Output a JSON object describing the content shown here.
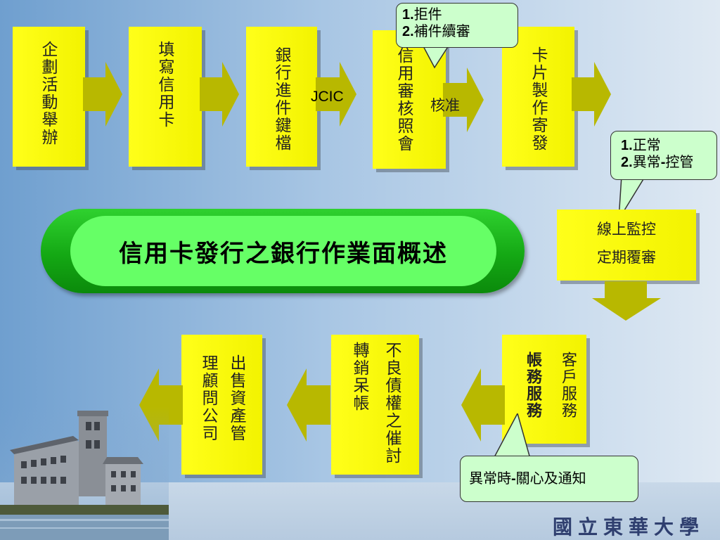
{
  "top_row": {
    "box1": "企劃活動舉辦",
    "box2": "填寫信用卡",
    "box3": "銀行進件鍵檔",
    "jcic": "JCIC",
    "box4": "信用審核照會",
    "approve": "核准",
    "box5": "卡片製作寄發"
  },
  "callouts": {
    "top": {
      "num1": "1.",
      "text1": "拒件",
      "num2": "2.",
      "text2": "補件續審"
    },
    "right": {
      "num1": "1.",
      "text1": "正常",
      "num2": "2.",
      "text2": "異常",
      "dash": "-",
      "text3": "控管"
    },
    "bottom": {
      "text1": "異常時",
      "dash": "-",
      "text2": "關心及通知"
    }
  },
  "monitor_box": {
    "line1": "線上監控",
    "line2": "定期覆審"
  },
  "title": "信用卡發行之銀行作業面概述",
  "bottom_row": {
    "box_service_col1": "客戶服務",
    "box_service_col2": "帳務服務",
    "box_debt_col1": "不良債權之催討",
    "box_debt_col2": "轉銷呆帳",
    "box_sell_col1": "出售資產管",
    "box_sell_col2": "理顧問公司"
  },
  "logo": "國立東華大學",
  "colors": {
    "box_yellow": "#ffff1a",
    "arrow_olive": "#b8b800",
    "callout_green": "#ccffcc",
    "title_green": "#66ff66"
  }
}
